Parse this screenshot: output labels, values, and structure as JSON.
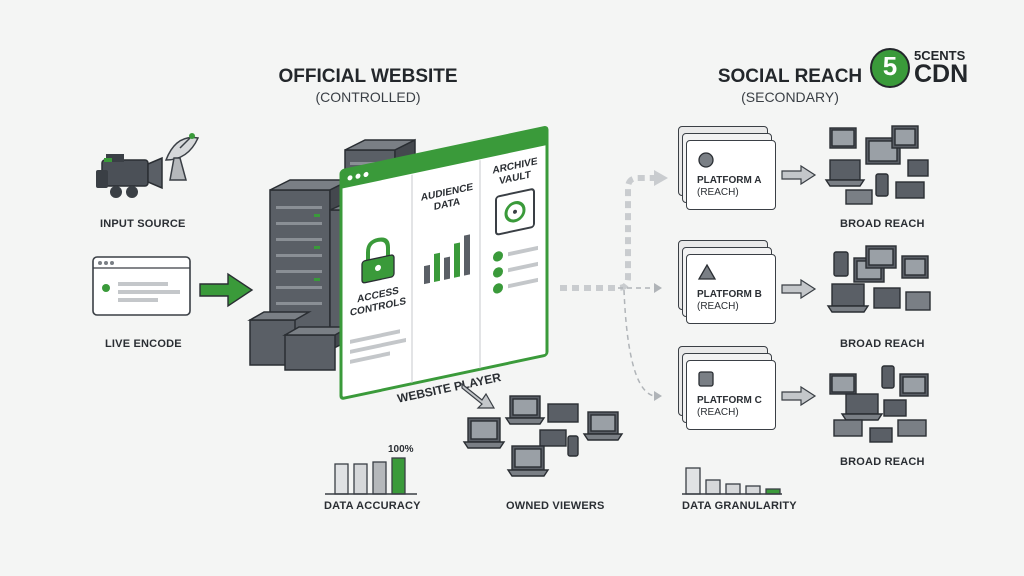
{
  "header": {
    "official_title": "OFFICIAL WEBSITE",
    "official_sub": "(CONTROLLED)",
    "social_title": "SOCIAL REACH",
    "social_sub": "(SECONDARY)"
  },
  "logo": {
    "line1": "5CENTS",
    "line2": "CDN",
    "mark": "5"
  },
  "left": {
    "input_label": "INPUT SOURCE",
    "encode_label": "LIVE ENCODE"
  },
  "player": {
    "label": "WEBSITE PLAYER",
    "access": "ACCESS CONTROLS",
    "audience": "AUDIENCE DATA",
    "archive": "ARCHIVE VAULT"
  },
  "bottom": {
    "accuracy_label": "DATA ACCURACY",
    "accuracy_value": "100%",
    "owned_label": "OWNED VIEWERS",
    "granularity_label": "DATA GRANULARITY"
  },
  "platforms": [
    {
      "name": "PLATFORM A",
      "tag": "(REACH)",
      "shape": "circle-icon",
      "reach": "BROAD REACH"
    },
    {
      "name": "PLATFORM B",
      "tag": "(REACH)",
      "shape": "triangle-icon",
      "reach": "BROAD REACH"
    },
    {
      "name": "PLATFORM C",
      "tag": "(REACH)",
      "shape": "square-icon",
      "reach": "BROAD REACH"
    }
  ],
  "colors": {
    "accent": "#3a9a3a",
    "dark": "#3a3f45",
    "server": "#5a5f66"
  }
}
